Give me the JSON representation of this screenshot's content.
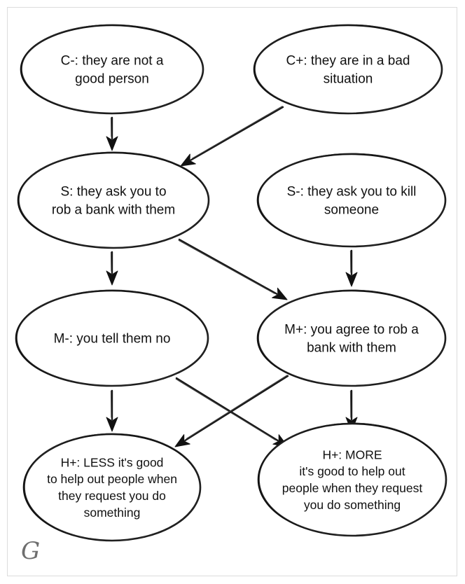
{
  "nodes": {
    "c_minus": {
      "lines": [
        "C-: they are not a",
        "good person"
      ]
    },
    "c_plus": {
      "lines": [
        "C+: they are in a bad",
        "situation"
      ]
    },
    "s": {
      "lines": [
        "S: they ask you to",
        "rob a bank with them"
      ]
    },
    "s_minus": {
      "lines": [
        "S-: they ask you to kill",
        "someone"
      ]
    },
    "m_minus": {
      "lines": [
        "M-: you tell them no"
      ]
    },
    "m_plus": {
      "lines": [
        "M+: you agree to rob a",
        "bank with them"
      ]
    },
    "h_less": {
      "lines": [
        "H+: LESS it's good",
        "to help out people when",
        "they request you do",
        "something"
      ]
    },
    "h_more": {
      "lines": [
        "H+: MORE",
        "it's good to help out",
        "people when they request",
        "you do something"
      ]
    }
  },
  "edges": [
    {
      "from": "c_minus",
      "to": "s"
    },
    {
      "from": "c_plus",
      "to": "s"
    },
    {
      "from": "s",
      "to": "m_minus"
    },
    {
      "from": "s",
      "to": "m_plus"
    },
    {
      "from": "s_minus",
      "to": "m_plus"
    },
    {
      "from": "m_minus",
      "to": "h_less"
    },
    {
      "from": "m_minus",
      "to": "h_more"
    },
    {
      "from": "m_plus",
      "to": "h_less"
    },
    {
      "from": "m_plus",
      "to": "h_more"
    }
  ],
  "watermark": {
    "text": "G",
    "color": "#6e6e6e"
  },
  "colors": {
    "stroke": "#111111",
    "background": "#ffffff",
    "frame": "#dcdcdc"
  }
}
